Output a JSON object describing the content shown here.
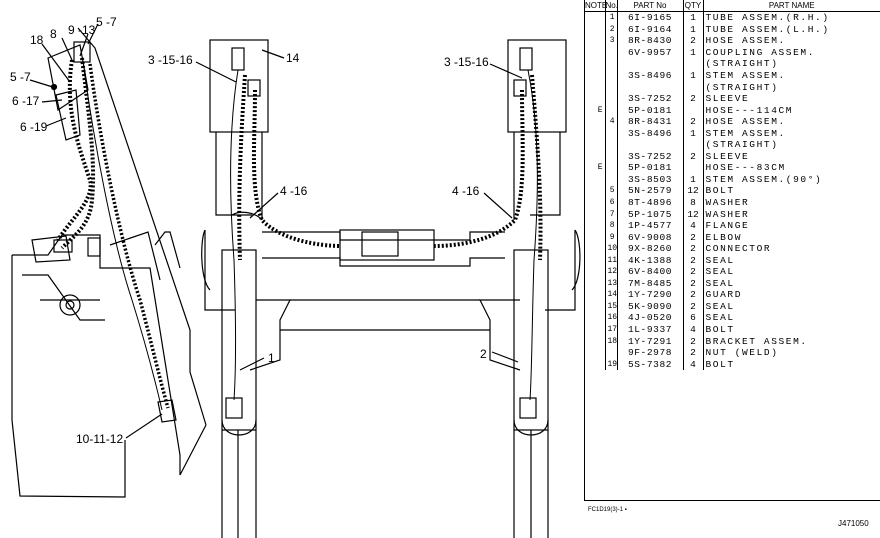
{
  "callouts": {
    "c1": "18",
    "c2": "8",
    "c3": "9 -13",
    "c4": "5 -7",
    "c5": "5 -7",
    "c6": "6 -17",
    "c7": "6 -19",
    "c8": "3 -15-16",
    "c9": "14",
    "c10": "4 -16",
    "c11": "1",
    "c12": "10-11-12",
    "c13": "3 -15-16",
    "c14": "4 -16",
    "c15": "2"
  },
  "headers": {
    "note": "NOTE",
    "no": "No.",
    "part": "PART No",
    "qty": "QTY",
    "name": "PART NAME"
  },
  "rows": [
    {
      "note": "",
      "no": "1",
      "part": "6I-9165",
      "qty": "1",
      "name": "TUBE ASSEM.(R.H.)"
    },
    {
      "note": "",
      "no": "2",
      "part": "6I-9164",
      "qty": "1",
      "name": "TUBE ASSEM.(L.H.)"
    },
    {
      "note": "",
      "no": "3",
      "part": "8R-8430",
      "qty": "2",
      "name": "HOSE ASSEM."
    },
    {
      "note": "",
      "no": "",
      "part": "6V-9957",
      "qty": "1",
      "name": " COUPLING ASSEM."
    },
    {
      "note": "",
      "no": "",
      "part": "",
      "qty": "",
      "name": " (STRAIGHT)"
    },
    {
      "note": "",
      "no": "",
      "part": "3S-8496",
      "qty": "1",
      "name": " STEM ASSEM."
    },
    {
      "note": "",
      "no": "",
      "part": "",
      "qty": "",
      "name": " (STRAIGHT)"
    },
    {
      "note": "",
      "no": "",
      "part": "3S-7252",
      "qty": "2",
      "name": " SLEEVE"
    },
    {
      "note": "E",
      "no": "",
      "part": "5P-0181",
      "qty": "",
      "name": " HOSE---114CM"
    },
    {
      "note": "",
      "no": "4",
      "part": "8R-8431",
      "qty": "2",
      "name": "HOSE ASSEM."
    },
    {
      "note": "",
      "no": "",
      "part": "3S-8496",
      "qty": "1",
      "name": " STEM ASSEM."
    },
    {
      "note": "",
      "no": "",
      "part": "",
      "qty": "",
      "name": " (STRAIGHT)"
    },
    {
      "note": "",
      "no": "",
      "part": "3S-7252",
      "qty": "2",
      "name": " SLEEVE"
    },
    {
      "note": "E",
      "no": "",
      "part": "5P-0181",
      "qty": "",
      "name": " HOSE---83CM"
    },
    {
      "note": "",
      "no": "",
      "part": "3S-8503",
      "qty": "1",
      "name": " STEM ASSEM.(90°)"
    },
    {
      "note": "",
      "no": "5",
      "part": "5N-2579",
      "qty": "12",
      "name": "BOLT"
    },
    {
      "note": "",
      "no": "6",
      "part": "8T-4896",
      "qty": "8",
      "name": "WASHER"
    },
    {
      "note": "",
      "no": "7",
      "part": "5P-1075",
      "qty": "12",
      "name": "WASHER"
    },
    {
      "note": "",
      "no": "8",
      "part": "1P-4577",
      "qty": "4",
      "name": "FLANGE"
    },
    {
      "note": "",
      "no": "9",
      "part": "6V-9008",
      "qty": "2",
      "name": "ELBOW"
    },
    {
      "note": "",
      "no": "10",
      "part": "9X-8260",
      "qty": "2",
      "name": "CONNECTOR"
    },
    {
      "note": "",
      "no": "11",
      "part": "4K-1388",
      "qty": "2",
      "name": "SEAL"
    },
    {
      "note": "",
      "no": "12",
      "part": "6V-8400",
      "qty": "2",
      "name": "SEAL"
    },
    {
      "note": "",
      "no": "13",
      "part": "7M-8485",
      "qty": "2",
      "name": "SEAL"
    },
    {
      "note": "",
      "no": "14",
      "part": "1Y-7290",
      "qty": "2",
      "name": "GUARD"
    },
    {
      "note": "",
      "no": "15",
      "part": "5K-9090",
      "qty": "2",
      "name": "SEAL"
    },
    {
      "note": "",
      "no": "16",
      "part": "4J-0520",
      "qty": "6",
      "name": "SEAL"
    },
    {
      "note": "",
      "no": "17",
      "part": "1L-9337",
      "qty": "4",
      "name": "BOLT"
    },
    {
      "note": "",
      "no": "18",
      "part": "1Y-7291",
      "qty": "2",
      "name": "BRACKET ASSEM."
    },
    {
      "note": "",
      "no": "",
      "part": "9F-2978",
      "qty": "2",
      "name": " NUT (WELD)"
    },
    {
      "note": "",
      "no": "19",
      "part": "5S-7382",
      "qty": "4",
      "name": "BOLT"
    }
  ],
  "footer_left": "FC1D19(3)-1 ▪",
  "footer_right": "J471050"
}
